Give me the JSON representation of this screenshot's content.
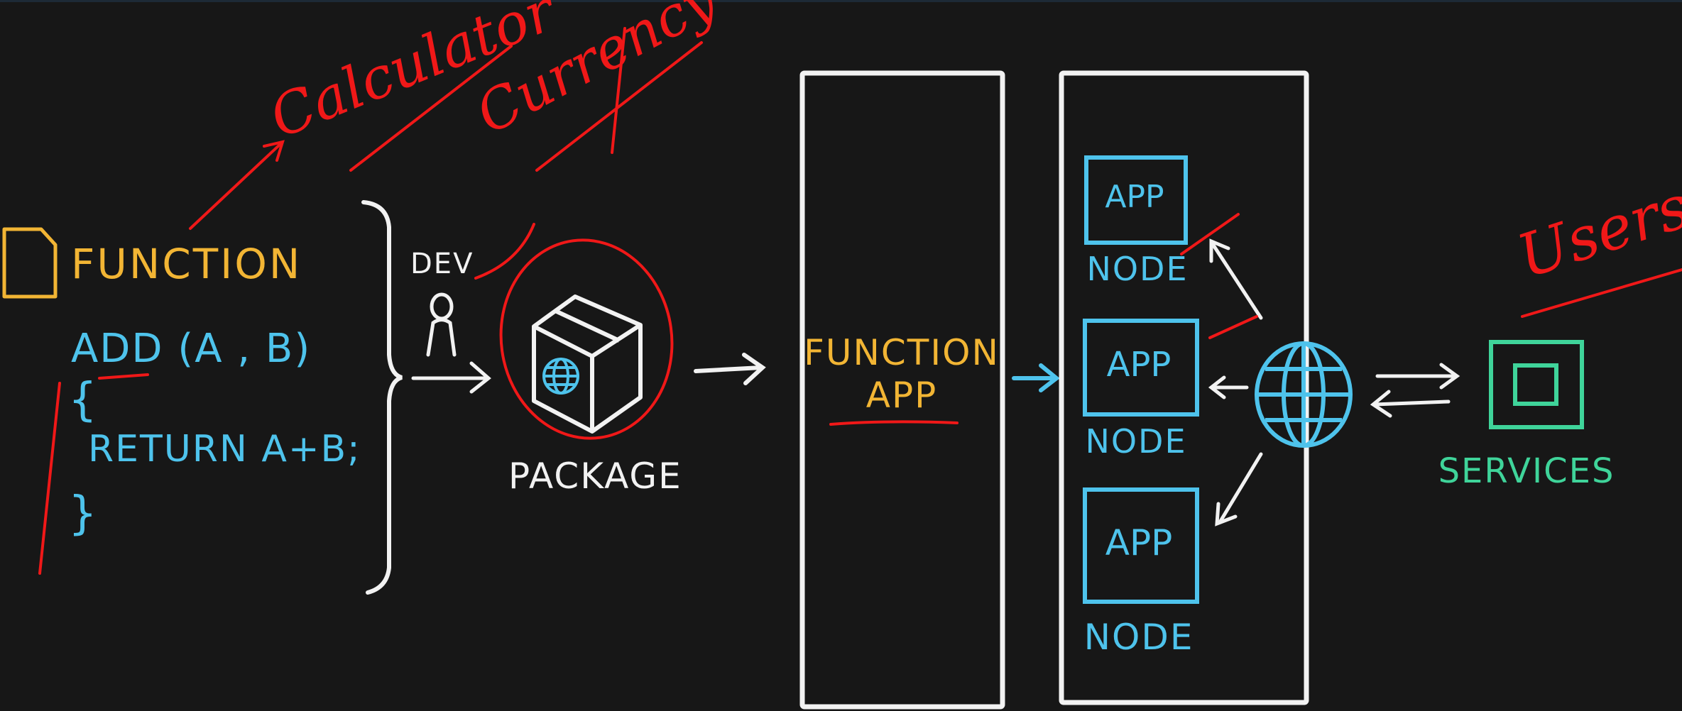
{
  "code": {
    "title": "FUNCTION",
    "signature": "ADD (A , B)",
    "open_brace": "{",
    "body": "RETURN A+B;",
    "close_brace": "}"
  },
  "dev": {
    "label": "DEV"
  },
  "package": {
    "label": "PACKAGE"
  },
  "function_app": {
    "line1": "FUNCTION",
    "line2": "APP"
  },
  "nodes": [
    {
      "app": "APP",
      "node": "NODE"
    },
    {
      "app": "APP",
      "node": "NODE"
    },
    {
      "app": "APP",
      "node": "NODE"
    }
  ],
  "services": {
    "label": "SERVICES"
  },
  "annotations": {
    "calculator": "Calculator",
    "currency": "Currency",
    "users": "Users"
  },
  "colors": {
    "background": "#171717",
    "yellow": "#f2b534",
    "blue": "#4ec3ec",
    "white": "#f2f2f2",
    "green": "#3fd49a",
    "red": "#f01818"
  }
}
